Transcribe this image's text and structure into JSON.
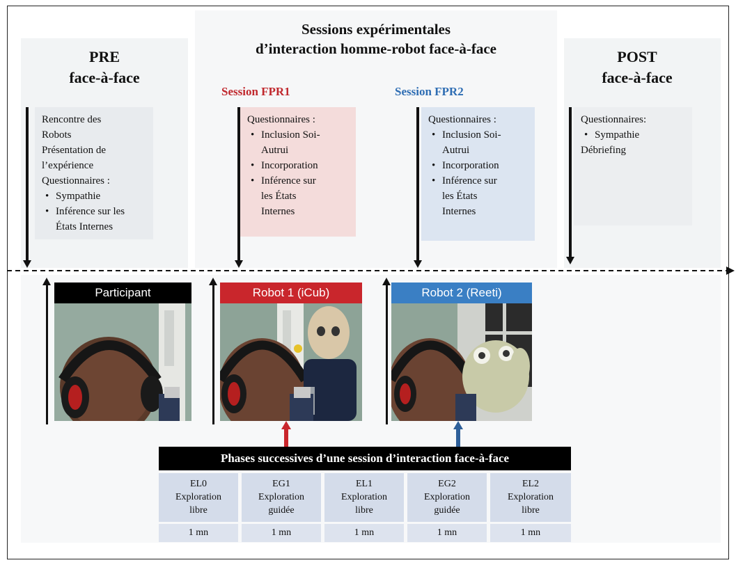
{
  "header": {
    "title_line1": "Sessions expérimentales",
    "title_line2": "d’interaction homme-robot face-à-face"
  },
  "pre": {
    "line1": "PRE",
    "line2": "face-à-face"
  },
  "post": {
    "line1": "POST",
    "line2": "face-à-face"
  },
  "sessions": {
    "fpr1": {
      "label": "Session FPR1",
      "color": "#c0282d"
    },
    "fpr2": {
      "label": "Session FPR2",
      "color": "#2e6db3"
    }
  },
  "boxes": {
    "pre": {
      "lines": [
        "Rencontre des",
        "Robots",
        "Présentation de",
        "l’expérience",
        "Questionnaires :"
      ],
      "items": [
        "Sympathie",
        "Inférence sur les États Internes"
      ]
    },
    "fpr1": {
      "lines": [
        "Questionnaires :"
      ],
      "items": [
        "Inclusion Soi-Autrui",
        "Incorporation",
        "Inférence sur les États Internes"
      ]
    },
    "fpr2": {
      "lines": [
        "Questionnaires :"
      ],
      "items": [
        "Inclusion Soi-Autrui",
        "Incorporation",
        "Inférence sur les États Internes"
      ]
    },
    "post": {
      "lines": [
        "Questionnaires:"
      ],
      "items": [
        "Sympathie"
      ],
      "after": "Débriefing"
    }
  },
  "photos": {
    "participant": {
      "label": "Participant",
      "color": "#000000"
    },
    "robot1": {
      "label": "Robot 1 (iCub)",
      "color": "#c9262c"
    },
    "robot2": {
      "label": "Robot 2 (Reeti)",
      "color": "#3a7fc4"
    }
  },
  "phases": {
    "title": "Phases successives  d’une session d’interaction face-à-face",
    "items": [
      {
        "code": "EL0",
        "l1": "Exploration",
        "l2": "libre",
        "duration": "1 mn"
      },
      {
        "code": "EG1",
        "l1": "Exploration",
        "l2": "guidée",
        "duration": "1 mn"
      },
      {
        "code": "EL1",
        "l1": "Exploration",
        "l2": "libre",
        "duration": "1 mn"
      },
      {
        "code": "EG2",
        "l1": "Exploration",
        "l2": "guidée",
        "duration": "1 mn"
      },
      {
        "code": "EL2",
        "l1": "Exploration",
        "l2": "libre",
        "duration": "1 mn"
      }
    ]
  }
}
